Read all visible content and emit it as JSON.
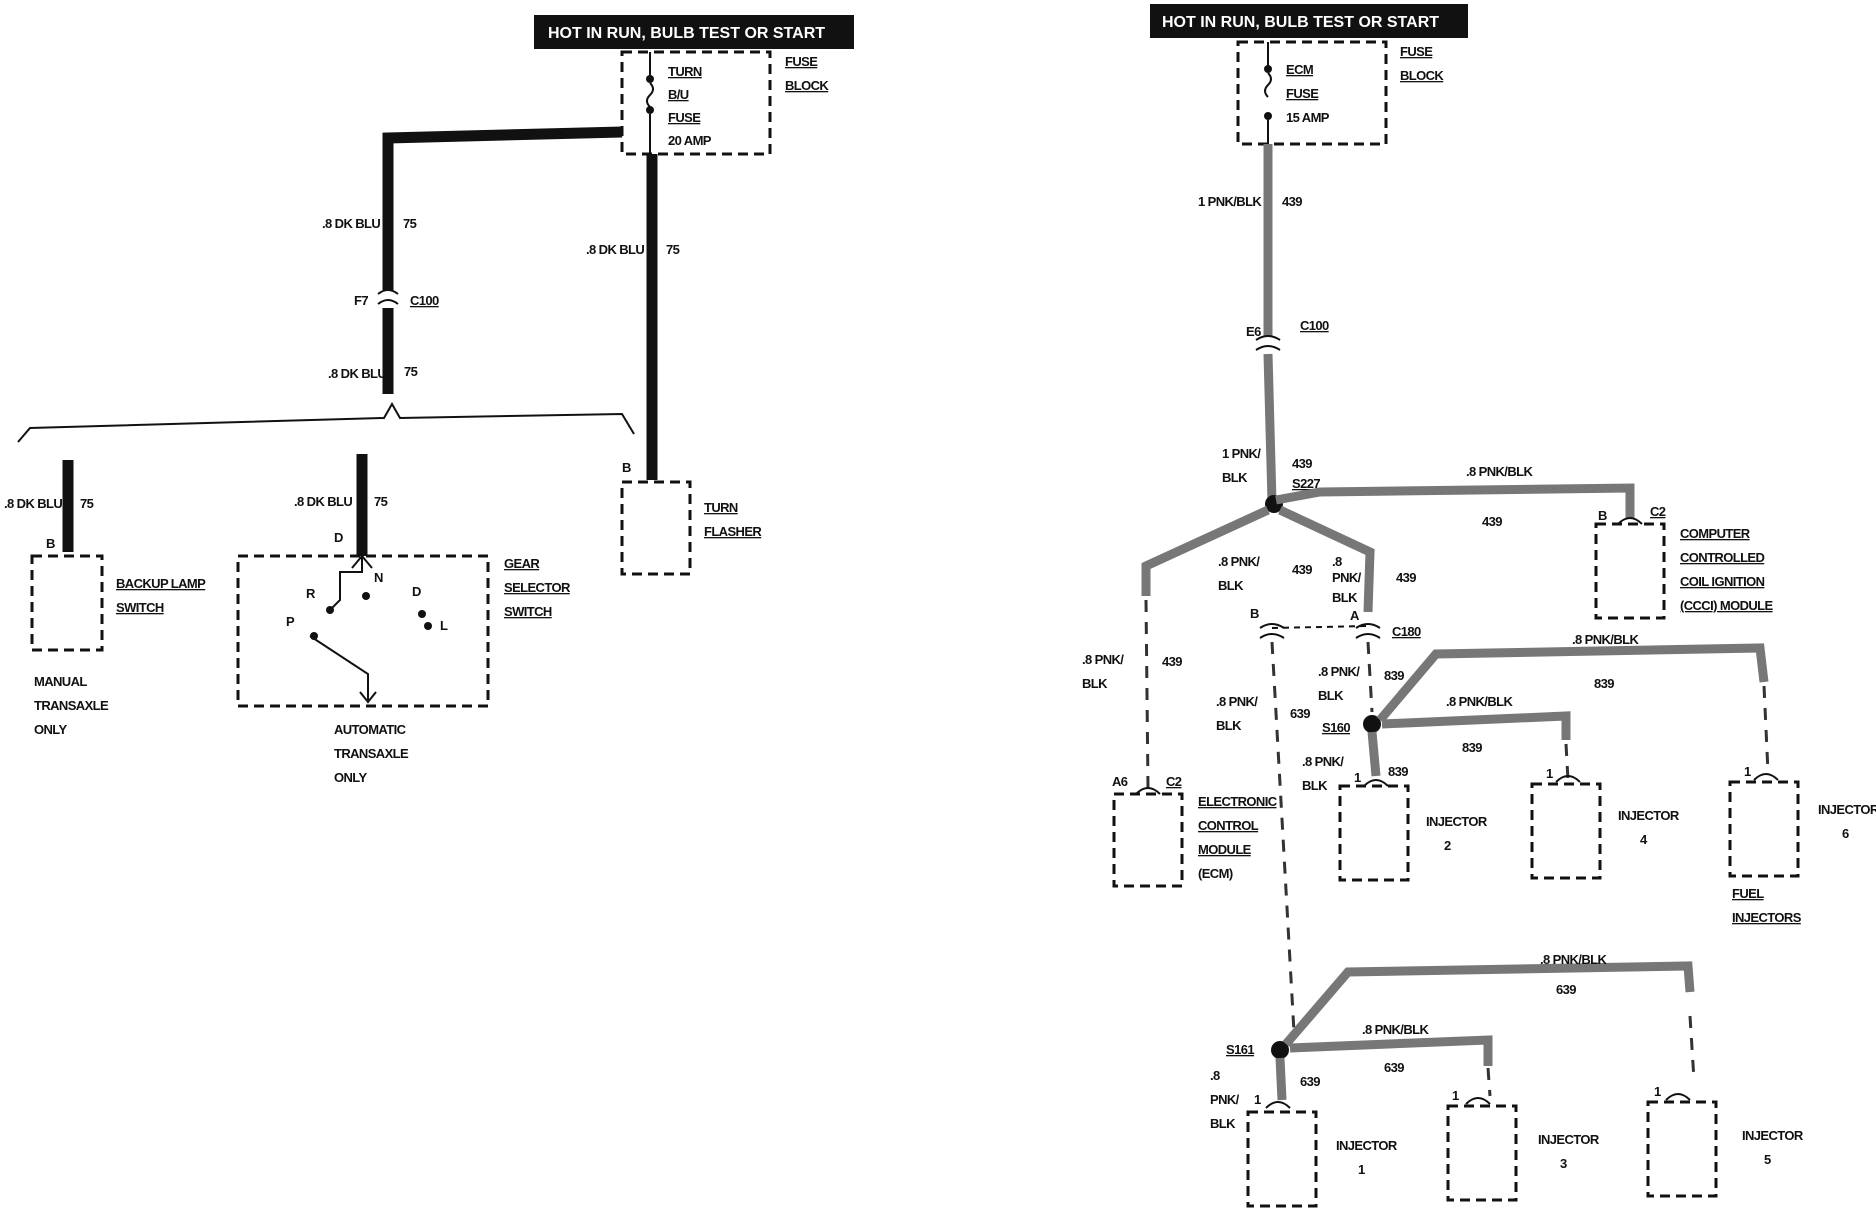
{
  "left": {
    "header": "HOT IN RUN, BULB TEST OR START",
    "fuse": {
      "line1": "TURN",
      "line2": "B/U",
      "line3": "FUSE",
      "line4": "20 AMP",
      "block1": "FUSE",
      "block2": "BLOCK"
    },
    "wire_upper_left": ".8 DK BLU",
    "circuit_upper_left": "75",
    "wire_right": ".8 DK BLU",
    "circuit_right": "75",
    "conn_pin": "F7",
    "conn_name": "C100",
    "wire_lower": ".8 DK BLU",
    "circuit_lower": "75",
    "backup": {
      "wire": ".8 DK BLU",
      "circuit": "75",
      "pin": "B",
      "name1": "BACKUP LAMP",
      "name2": "SWITCH",
      "note1": "MANUAL",
      "note2": "TRANSAXLE",
      "note3": "ONLY"
    },
    "gear": {
      "wire": ".8 DK BLU",
      "circuit": "75",
      "pin": "D",
      "r": "R",
      "n": "N",
      "d": "D",
      "p": "P",
      "l": "L",
      "name1": "GEAR",
      "name2": "SELECTOR",
      "name3": "SWITCH",
      "note1": "AUTOMATIC",
      "note2": "TRANSAXLE",
      "note3": "ONLY"
    },
    "flasher": {
      "pin": "B",
      "name1": "TURN",
      "name2": "FLASHER"
    }
  },
  "right": {
    "header": "HOT IN RUN, BULB TEST OR START",
    "fuse": {
      "line1": "ECM",
      "line2": "FUSE",
      "line3": "15 AMP",
      "block1": "FUSE",
      "block2": "BLOCK"
    },
    "main_wire": "1 PNK/BLK",
    "main_circuit": "439",
    "c100_pin": "E6",
    "c100_name": "C100",
    "s227": {
      "wire1": "1 PNK/",
      "wire2": "BLK",
      "circuit": "439",
      "name": "S227"
    },
    "ccci_wire": ".8 PNK/BLK",
    "ccci_circuit": "439",
    "ccci": {
      "pin": "B",
      "conn": "C2",
      "name1": "COMPUTER",
      "name2": "CONTROLLED",
      "name3": "COIL IGNITION",
      "name4": "(CCCI) MODULE"
    },
    "branch_left": {
      "wire1": ".8 PNK/",
      "wire2": "BLK",
      "circuit": "439"
    },
    "branch_mid": {
      "wire1": ".8",
      "wire2": "PNK/",
      "wire3": "BLK",
      "circuit": "439",
      "circuit_b": "439"
    },
    "c180": {
      "pin_b": "B",
      "pin_a": "A",
      "name": "C180"
    },
    "ecm_branch": {
      "wire1": ".8 PNK/",
      "wire2": "BLK",
      "circuit": "439"
    },
    "ecm": {
      "pin": "A6",
      "conn": "C2",
      "name1": "ELECTRONIC",
      "name2": "CONTROL",
      "name3": "MODULE",
      "name4": "(ECM)"
    },
    "b639": {
      "wire1": ".8 PNK/",
      "wire2": "BLK",
      "circuit": "639"
    },
    "a839": {
      "wire1": ".8 PNK/",
      "wire2": "BLK",
      "circuit": "839"
    },
    "s160": {
      "name": "S160",
      "wire_top": ".8 PNK/BLK",
      "circuit_top": "839",
      "wire_mid": ".8 PNK/BLK",
      "circuit_mid": "839",
      "wire_down1": ".8 PNK/",
      "wire_down2": "BLK",
      "circuit_down": "839"
    },
    "inj2": {
      "pin": "1",
      "name": "INJECTOR",
      "num": "2"
    },
    "inj4": {
      "pin": "1",
      "name": "INJECTOR",
      "num": "4"
    },
    "inj6": {
      "pin": "1",
      "name": "INJECTOR",
      "num": "6",
      "group1": "FUEL",
      "group2": "INJECTORS"
    },
    "s161": {
      "name": "S161",
      "wire_top": ".8 PNK/BLK",
      "circuit_top": "639",
      "wire_mid": ".8 PNK/BLK",
      "circuit_mid": "639",
      "wire1": ".8",
      "wire2": "PNK/",
      "wire3": "BLK",
      "circuit_down": "639"
    },
    "inj1": {
      "pin": "1",
      "name": "INJECTOR",
      "num": "1"
    },
    "inj3": {
      "pin": "1",
      "name": "INJECTOR",
      "num": "3"
    },
    "inj5": {
      "pin": "1",
      "name": "INJECTOR",
      "num": "5"
    }
  }
}
